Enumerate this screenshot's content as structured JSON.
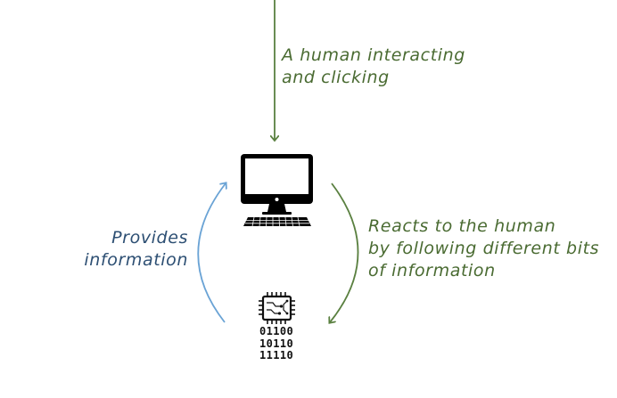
{
  "labels": {
    "top": [
      "A human interacting",
      "and clicking"
    ],
    "right": [
      "Reacts to the human",
      "by following different bits",
      "of information"
    ],
    "left": [
      "Provides",
      "information"
    ]
  },
  "binary": [
    "01100",
    "10110",
    "11110"
  ],
  "icons": {
    "computer": "desktop-computer-icon",
    "chip": "microchip-icon"
  },
  "colors": {
    "green": "#4a6b32",
    "arrow_green": "#5a8040",
    "blue": "#2d4f73",
    "arrow_blue": "#6aa3d5",
    "icon": "#000000"
  }
}
